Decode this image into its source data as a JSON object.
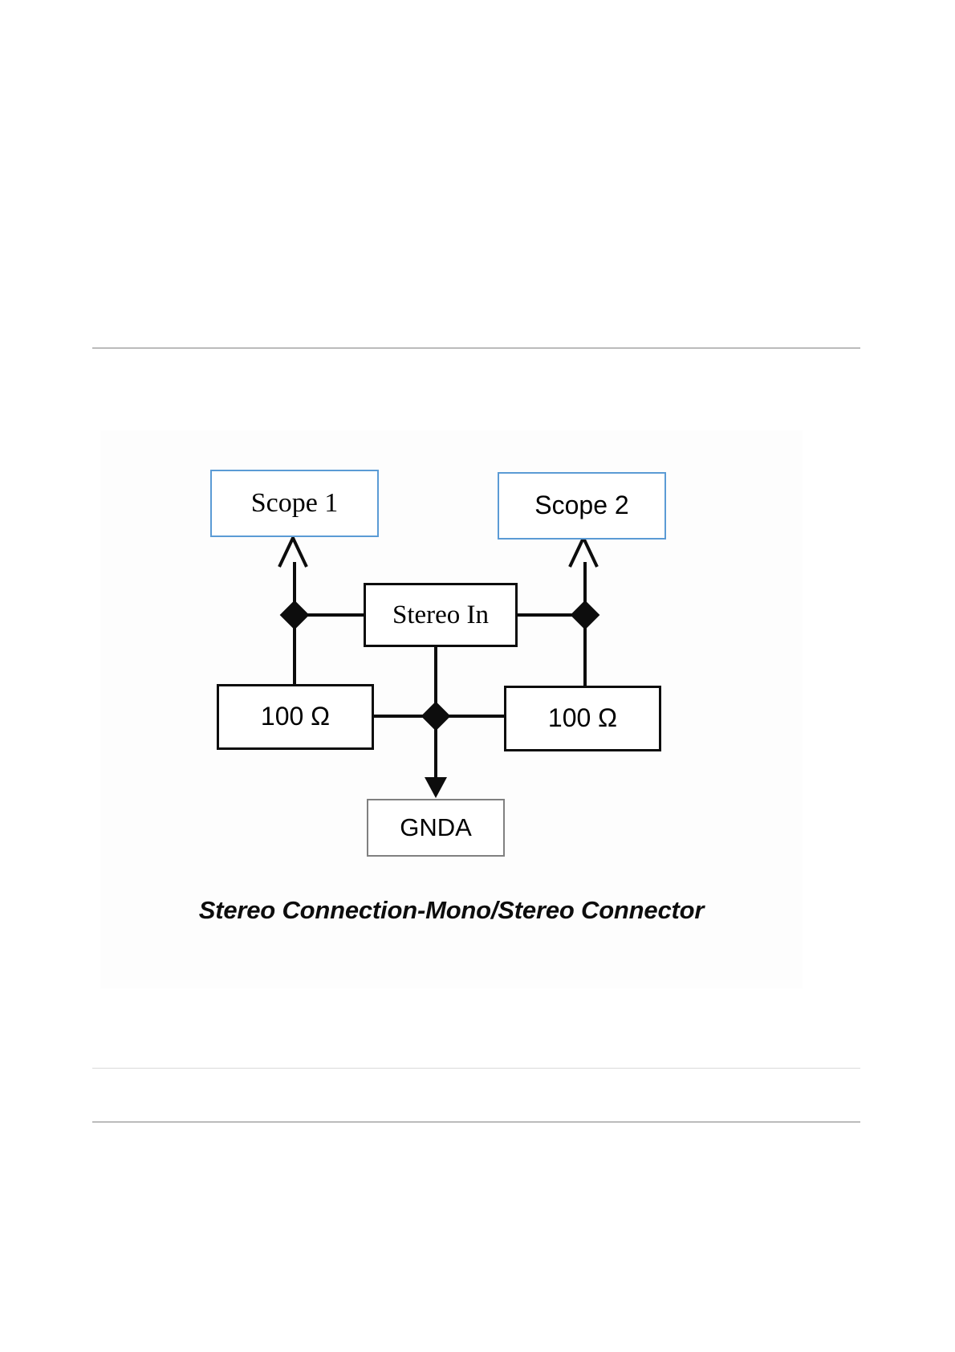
{
  "document": {
    "background_color": "#ffffff",
    "rule_color": "#808080",
    "rule_light_color": "#d9d9d9"
  },
  "figure": {
    "caption": "Stereo Connection-Mono/Stereo Connector",
    "accent_color": "#5b9bd5",
    "line_color": "#0d0d0d",
    "gnda_border_color": "#808080",
    "nodes": {
      "scope1": "Scope 1",
      "scope2": "Scope 2",
      "stereo_in": "Stereo In",
      "resistor_left": "100 Ω",
      "resistor_right": "100 Ω",
      "ground": "GNDA"
    }
  },
  "chart_data": {
    "type": "diagram",
    "title": "Stereo Connection-Mono/Stereo Connector",
    "nodes": [
      {
        "id": "scope1",
        "label": "Scope 1",
        "shape": "rect",
        "border": "#5b9bd5"
      },
      {
        "id": "scope2",
        "label": "Scope 2",
        "shape": "rect",
        "border": "#5b9bd5"
      },
      {
        "id": "stereo_in",
        "label": "Stereo In",
        "shape": "rect",
        "border": "#0d0d0d"
      },
      {
        "id": "res_left",
        "label": "100 Ω",
        "shape": "rect",
        "border": "#0d0d0d"
      },
      {
        "id": "res_right",
        "label": "100 Ω",
        "shape": "rect",
        "border": "#0d0d0d"
      },
      {
        "id": "gnda",
        "label": "GNDA",
        "shape": "rect",
        "border": "#808080"
      },
      {
        "id": "j_left",
        "label": "",
        "shape": "diamond",
        "border": "#0d0d0d"
      },
      {
        "id": "j_right",
        "label": "",
        "shape": "diamond",
        "border": "#0d0d0d"
      },
      {
        "id": "j_center",
        "label": "",
        "shape": "diamond",
        "border": "#0d0d0d"
      }
    ],
    "edges": [
      {
        "from": "j_left",
        "to": "scope1",
        "arrow": true
      },
      {
        "from": "j_right",
        "to": "scope2",
        "arrow": true
      },
      {
        "from": "stereo_in",
        "to": "j_left",
        "arrow": false
      },
      {
        "from": "stereo_in",
        "to": "j_right",
        "arrow": false
      },
      {
        "from": "j_left",
        "to": "res_left",
        "arrow": false
      },
      {
        "from": "j_right",
        "to": "res_right",
        "arrow": false
      },
      {
        "from": "stereo_in",
        "to": "j_center",
        "arrow": false
      },
      {
        "from": "res_left",
        "to": "j_center",
        "arrow": false
      },
      {
        "from": "j_center",
        "to": "res_right",
        "arrow": false
      },
      {
        "from": "j_center",
        "to": "gnda",
        "arrow": true
      }
    ]
  }
}
